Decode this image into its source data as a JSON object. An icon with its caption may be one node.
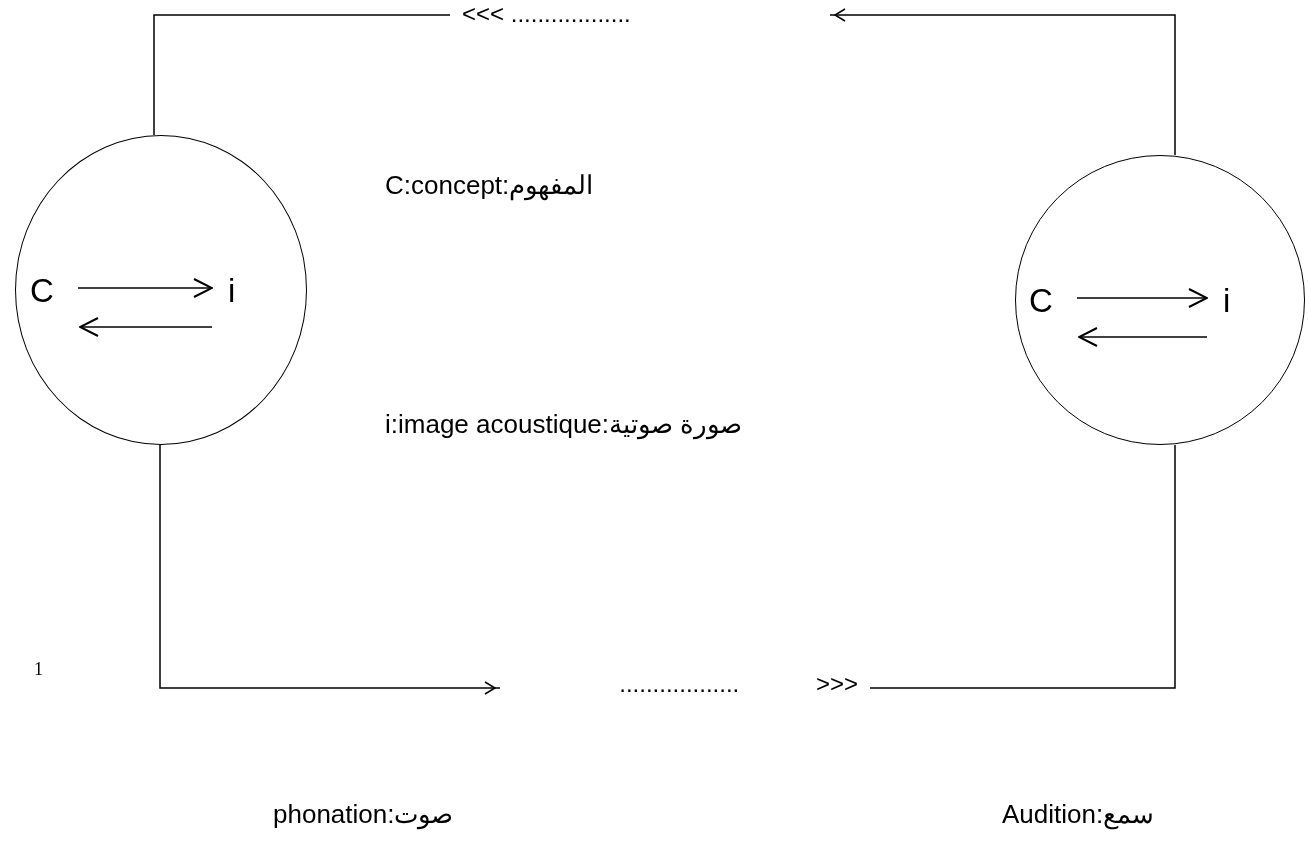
{
  "diagram": {
    "nodes": [
      {
        "text": [],
        "shape": "circle"
      },
      {
        "text": [],
        "shape": "circle"
      },
      {
        "text": [
          "C"
        ],
        "in": 0
      },
      {
        "text": [
          "i"
        ],
        "in": 0
      },
      {
        "text": [
          "C"
        ],
        "in": 1
      },
      {
        "text": [
          "i"
        ],
        "in": 1
      }
    ],
    "edges": [
      {
        "from": 2,
        "to": 3,
        "arrow": "to"
      },
      {
        "from": 3,
        "to": 2,
        "arrow": "to"
      },
      {
        "from": 4,
        "to": 5,
        "arrow": "to"
      },
      {
        "from": 5,
        "to": 4,
        "arrow": "to"
      },
      {
        "from": 1,
        "to": 0,
        "arrow": "to",
        "label": "<<< .................."
      },
      {
        "from": 0,
        "to": 1,
        "arrow": "to",
        "label": ".................. >>>"
      }
    ],
    "labels": [
      "C:concept:المفهوم",
      "i:image acoustique:صورة صوتية",
      "1",
      "phonation:صوت",
      "Audition:سمع"
    ]
  }
}
